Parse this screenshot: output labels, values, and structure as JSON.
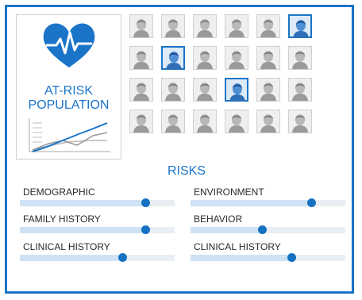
{
  "panel": {
    "title_line1": "AT-RISK",
    "title_line2": "POPULATION"
  },
  "risks": {
    "title": "RISKS",
    "sliders": [
      {
        "label": "DEMOGRAPHIC",
        "value": 0.81
      },
      {
        "label": "ENVIRONMENT",
        "value": 0.78
      },
      {
        "label": "FAMILY HISTORY",
        "value": 0.81
      },
      {
        "label": "BEHAVIOR",
        "value": 0.46
      },
      {
        "label": "CLINICAL HISTORY",
        "value": 0.66
      },
      {
        "label": "CLINICAL HISTORY",
        "value": 0.65
      }
    ]
  },
  "population_grid": {
    "rows": 4,
    "cols": 6,
    "selected": [
      5,
      7,
      15
    ]
  },
  "colors": {
    "accent": "#1a74c8",
    "track": "#e9eef4",
    "fill": "#cfe3f5",
    "knob": "#1671c2"
  },
  "icons": {
    "heart": "heartbeat-icon",
    "trend": "trend-chart-icon",
    "person": "person-avatar-icon"
  }
}
